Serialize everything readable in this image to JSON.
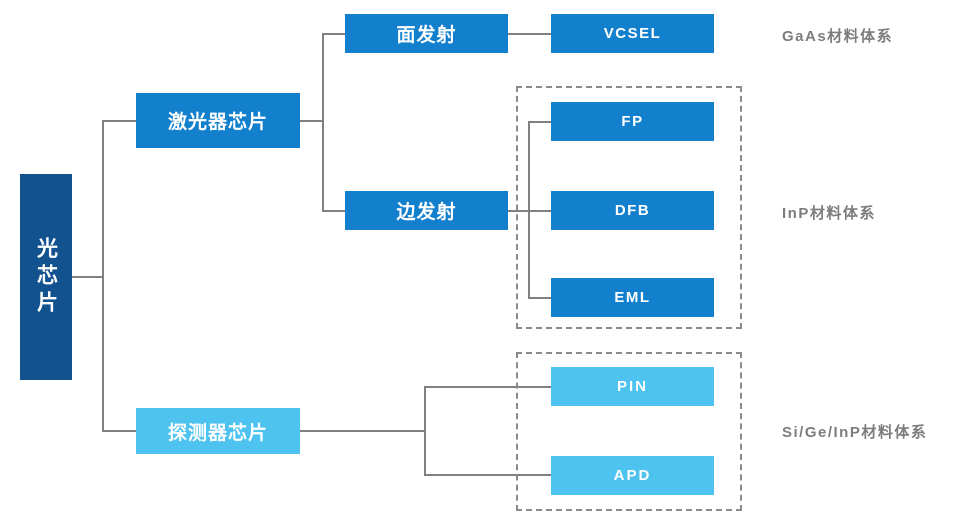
{
  "diagram": {
    "title": "光芯片分类树状图",
    "colors": {
      "root_blue": "#11528f",
      "node_blue": "#1380ce",
      "node_light_blue": "#4fc3f0",
      "line_gray": "#808080",
      "dash_gray": "#8a8a8a",
      "label_gray": "#7d7d7d"
    },
    "root": {
      "label": "光芯片"
    },
    "level2": [
      {
        "label": "激光器芯片"
      },
      {
        "label": "探测器芯片"
      }
    ],
    "level3": [
      {
        "label": "面发射"
      },
      {
        "label": "边发射"
      }
    ],
    "level4": [
      {
        "label": "VCSEL"
      },
      {
        "label": "FP"
      },
      {
        "label": "DFB"
      },
      {
        "label": "EML"
      },
      {
        "label": "PIN"
      },
      {
        "label": "APD"
      }
    ],
    "material_labels": [
      {
        "label": "GaAs材料体系"
      },
      {
        "label": "InP材料体系"
      },
      {
        "label": "Si/Ge/InP材料体系"
      }
    ],
    "groups": [
      {
        "name": "inp-group"
      },
      {
        "name": "sigeinp-group"
      }
    ]
  }
}
